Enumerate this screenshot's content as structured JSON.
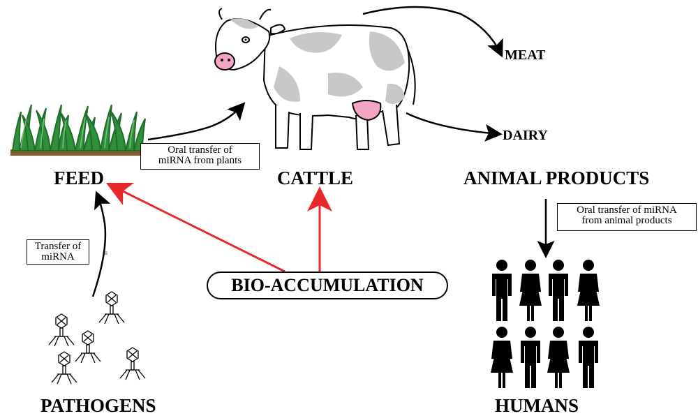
{
  "nodes": {
    "feed": "FEED",
    "cattle": "CATTLE",
    "animal_products": "ANIMAL PRODUCTS",
    "meat": "MEAT",
    "dairy": "DAIRY",
    "humans": "HUMANS",
    "pathogens": "PATHOGENS",
    "bioaccumulation": "BIO-ACCUMULATION"
  },
  "edge_labels": {
    "feed_to_cattle": [
      "Oral transfer of",
      "miRNA from plants"
    ],
    "pathogens_to_feed": [
      "Transfer of",
      "miRNA"
    ],
    "products_to_humans": [
      "Oral transfer of miRNA",
      "from animal products"
    ],
    "mirna_mark": "ᵢᵢ"
  },
  "colors": {
    "arrow": "#000000",
    "bio_arrow": "#e8292b",
    "grass": "#2f8f3a",
    "grass_light": "#7cc27c",
    "soil": "#8a5a2b",
    "cow_spot": "#c8c8c8",
    "udder": "#f4a6c4"
  }
}
